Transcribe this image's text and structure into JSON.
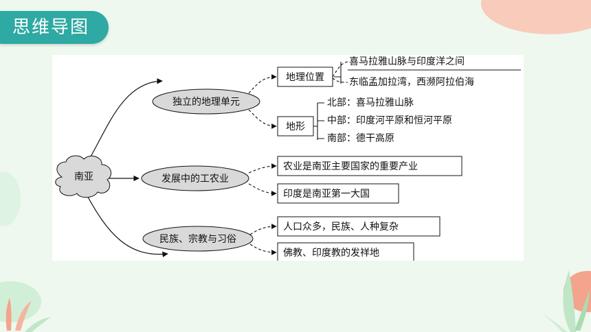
{
  "header": {
    "title": "思维导图"
  },
  "mind_map": {
    "root": "南亚",
    "branches": [
      {
        "label": "独立的地理单元",
        "children": [
          {
            "label": "地理位置",
            "details": [
              "喜马拉雅山脉与印度洋之间",
              "东临孟加拉湾，西濒阿拉伯海"
            ]
          },
          {
            "label": "地形",
            "details": [
              "北部：喜马拉雅山脉",
              "中部：印度河平原和恒河平原",
              "南部：德干高原"
            ]
          }
        ]
      },
      {
        "label": "发展中的工农业",
        "facts": [
          "农业是南亚主要国家的重要产业",
          "印度是南亚第一大国"
        ]
      },
      {
        "label": "民族、宗教与习俗",
        "facts": [
          "人口众多，民族、人种复杂",
          "佛教、印度教的发祥地"
        ]
      }
    ]
  },
  "colors": {
    "header": "#2ea9a3",
    "background": "#eef8ee",
    "bubble": "#d9d9d9",
    "coral": "#f4a38c",
    "leaf_green": "#bfe6c6"
  }
}
